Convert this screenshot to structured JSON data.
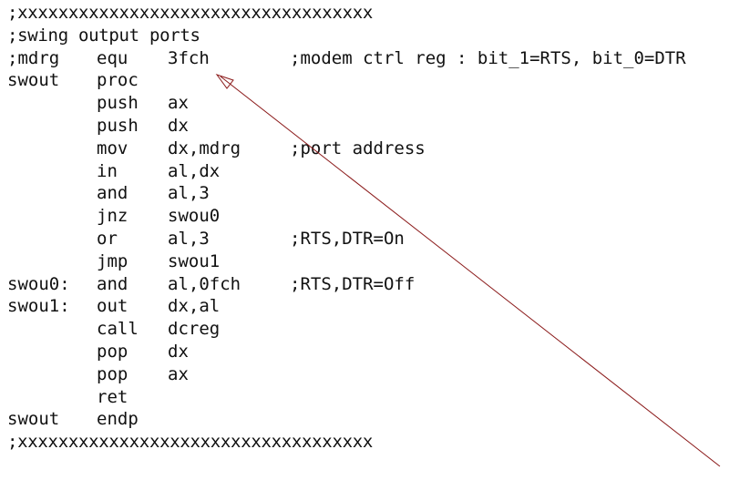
{
  "colors": {
    "arrow": "#8b1a1a",
    "text": "#111111"
  },
  "lines": [
    {
      "full": ";xxxxxxxxxxxxxxxxxxxxxxxxxxxxxxxxxxx"
    },
    {
      "full": ";swing output ports"
    },
    {
      "label": ";mdrg",
      "op": "equ",
      "arg": "3fch",
      "comment": ";modem ctrl reg : bit_1=RTS, bit_0=DTR"
    },
    {
      "label": "swout",
      "op": "proc",
      "arg": "",
      "comment": ""
    },
    {
      "label": "",
      "op": "push",
      "arg": "ax",
      "comment": ""
    },
    {
      "label": "",
      "op": "push",
      "arg": "dx",
      "comment": ""
    },
    {
      "label": "",
      "op": "mov",
      "arg": "dx,mdrg",
      "comment": ";port address"
    },
    {
      "label": "",
      "op": "in",
      "arg": "al,dx",
      "comment": ""
    },
    {
      "label": "",
      "op": "and",
      "arg": "al,3",
      "comment": ""
    },
    {
      "label": "",
      "op": "jnz",
      "arg": "swou0",
      "comment": ""
    },
    {
      "label": "",
      "op": "or",
      "arg": "al,3",
      "comment": ";RTS,DTR=On"
    },
    {
      "label": "",
      "op": "jmp",
      "arg": "swou1",
      "comment": ""
    },
    {
      "label": "swou0:",
      "op": "and",
      "arg": "al,0fch",
      "comment": ";RTS,DTR=Off"
    },
    {
      "label": "swou1:",
      "op": "out",
      "arg": "dx,al",
      "comment": ""
    },
    {
      "label": "",
      "op": "call",
      "arg": "dcreg",
      "comment": ""
    },
    {
      "label": "",
      "op": "pop",
      "arg": "dx",
      "comment": ""
    },
    {
      "label": "",
      "op": "pop",
      "arg": "ax",
      "comment": ""
    },
    {
      "label": "",
      "op": "ret",
      "arg": "",
      "comment": ""
    },
    {
      "label": "swout",
      "op": "endp",
      "arg": "",
      "comment": ""
    },
    {
      "full": ";xxxxxxxxxxxxxxxxxxxxxxxxxxxxxxxxxxx"
    }
  ]
}
